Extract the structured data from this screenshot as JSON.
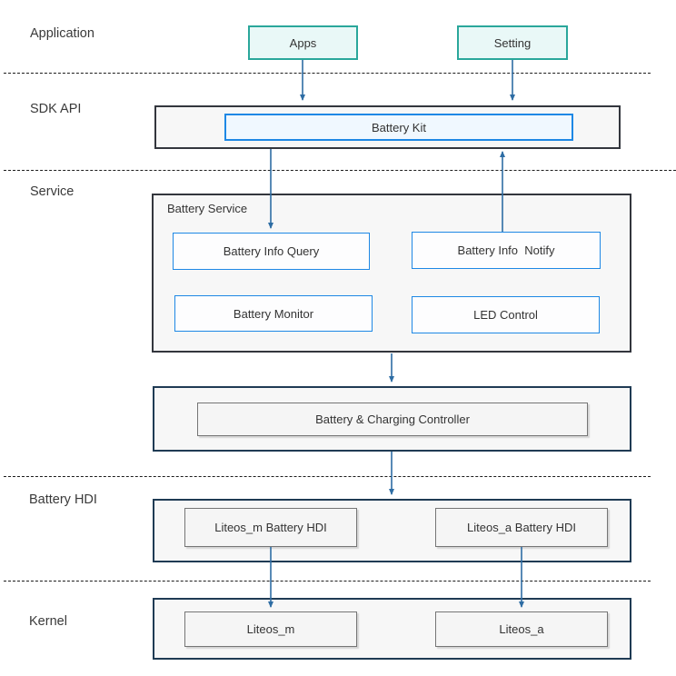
{
  "colors": {
    "teal_border": "#2aa79b",
    "teal_fill": "#e9f8f7",
    "blue_border": "#1e88e5",
    "blue_fill": "#f0f8ff",
    "dark_border": "#33363d",
    "navy_border": "#1f3b54",
    "panel_fill": "#f7f7f7",
    "white_fill": "#fdfdfe",
    "gray_border": "#757575",
    "gray_fill": "#f5f5f5",
    "arrow_color": "#2e6da4",
    "text_color": "#333333",
    "divider_color": "#1c1c1c"
  },
  "layers": {
    "application": "Application",
    "sdk_api": "SDK API",
    "service": "Service",
    "battery_hdi": "Battery HDI",
    "kernel": "Kernel"
  },
  "application": {
    "apps": "Apps",
    "setting": "Setting"
  },
  "sdk": {
    "battery_kit": "Battery Kit"
  },
  "service": {
    "title": "Battery Service",
    "battery_info_query": "Battery Info Query",
    "battery_info_notify": "Battery Info  Notify",
    "battery_monitor": "Battery Monitor",
    "led_control": "LED Control",
    "controller": "Battery & Charging Controller"
  },
  "battery_hdi": {
    "liteos_m_hdi": "Liteos_m Battery HDI",
    "liteos_a_hdi": "Liteos_a Battery HDI"
  },
  "kernel": {
    "liteos_m": "Liteos_m",
    "liteos_a": "Liteos_a"
  }
}
